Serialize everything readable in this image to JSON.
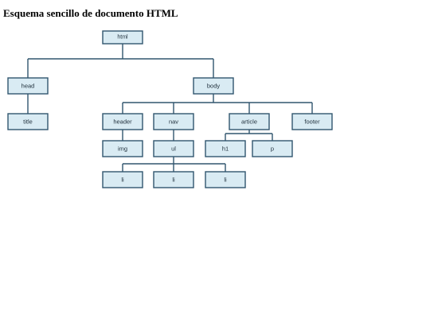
{
  "page": {
    "title": "Esquema sencillo de documento HTML"
  },
  "tree": {
    "colors": {
      "box_fill": "#d9ebf3",
      "box_stroke": "#31566e",
      "line": "#31566e",
      "text": "#1f2f3b"
    },
    "nodes": {
      "html": "html",
      "head": "head",
      "body": "body",
      "title": "title",
      "header": "header",
      "nav": "nav",
      "article": "article",
      "footer": "footer",
      "img": "img",
      "ul": "ul",
      "h1": "h1",
      "p": "p",
      "li_1": "li",
      "li_2": "li",
      "li_3": "li"
    }
  }
}
